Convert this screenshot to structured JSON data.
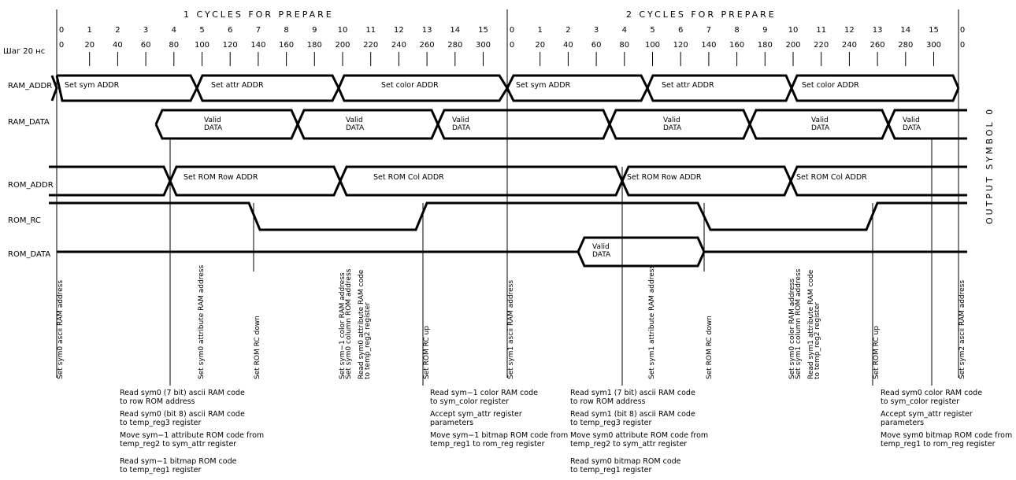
{
  "headers": {
    "cycle1": "1 CYCLES FOR PREPARE",
    "cycle2": "2 CYCLES FOR PREPARE",
    "step": "Шаг 20 нс",
    "side": "OUTPUT SYMBOL 0"
  },
  "tick_indices": [
    "0",
    "1",
    "2",
    "3",
    "4",
    "5",
    "6",
    "7",
    "8",
    "9",
    "10",
    "11",
    "12",
    "13",
    "14",
    "15",
    "0",
    "1",
    "2",
    "3",
    "4",
    "5",
    "6",
    "7",
    "8",
    "9",
    "10",
    "11",
    "12",
    "13",
    "14",
    "15",
    "0"
  ],
  "tick_times": [
    "0",
    "20",
    "40",
    "60",
    "80",
    "100",
    "120",
    "140",
    "160",
    "180",
    "200",
    "220",
    "240",
    "260",
    "280",
    "300",
    "0",
    "20",
    "40",
    "60",
    "80",
    "100",
    "120",
    "140",
    "160",
    "180",
    "200",
    "220",
    "240",
    "260",
    "280",
    "300",
    "0"
  ],
  "signals": {
    "ram_addr": "RAM_ADDR",
    "ram_data": "RAM_DATA",
    "rom_addr": "ROM_ADDR",
    "rom_rc": "ROM_RC",
    "rom_data": "ROM_DATA"
  },
  "ram_addr_labels": [
    "Set sym ADDR",
    "Set attr ADDR",
    "Set color ADDR",
    "Set sym ADDR",
    "Set attr ADDR",
    "Set color ADDR"
  ],
  "valid_data": [
    "Valid",
    "DATA"
  ],
  "rom_addr_labels": [
    "Set ROM Row ADDR",
    "Set ROM Col ADDR",
    "Set ROM Row ADDR",
    "Set ROM Col ADDR"
  ],
  "vertical_labels": [
    [
      "Set sym0 ascii RAM address"
    ],
    [
      "Set sym0 attribute RAM address"
    ],
    [
      "Set ROM RC down"
    ],
    [
      "Set sym−1 color RAM address",
      "Set sym0 column ROM address",
      "Read sym0 attribute RAM code",
      "to temp_reg2 register"
    ],
    [
      "Set ROM RC up"
    ],
    [
      "Set sym1 ascii RAM address"
    ],
    [
      "Set sym1 attribute RAM address"
    ],
    [
      "Set ROM RC down"
    ],
    [
      "Set sym0 color RAM address",
      "Set sym1 column ROM address",
      "Read sym1 attribute RAM code",
      "to temp_reg2 register"
    ],
    [
      "Set ROM RC up"
    ],
    [
      "Set sym2 ascii RAM address"
    ]
  ],
  "notes": [
    [
      "Read sym0 (7 bit) ascii RAM code",
      "to row ROM address",
      "Read sym0 (bit 8) ascii RAM code",
      "to temp_reg3 register",
      "Move sym−1 attribute ROM code from",
      "temp_reg2 to sym_attr register",
      "",
      "Read sym−1 bitmap ROM code",
      "to temp_reg1 register"
    ],
    [
      "Read sym−1 color RAM code",
      "to sym_color register",
      "Accept sym_attr register",
      "parameters",
      "Move sym−1 bitmap ROM code from",
      "temp_reg1 to rom_reg register"
    ],
    [
      "Read sym1 (7 bit) ascii RAM code",
      "to row ROM address",
      "Read sym1 (bit 8) ascii RAM code",
      "to temp_reg3 register",
      "Move sym0 attribute ROM code from",
      "temp_reg2 to sym_attr register",
      "",
      "Read sym0 bitmap ROM code",
      "to temp_reg1 register"
    ],
    [
      "Read sym0 color RAM code",
      "to sym_color register",
      "Accept sym_attr register",
      "parameters",
      "Move sym0 bitmap ROM code from",
      "temp_reg1 to rom_reg register"
    ]
  ]
}
